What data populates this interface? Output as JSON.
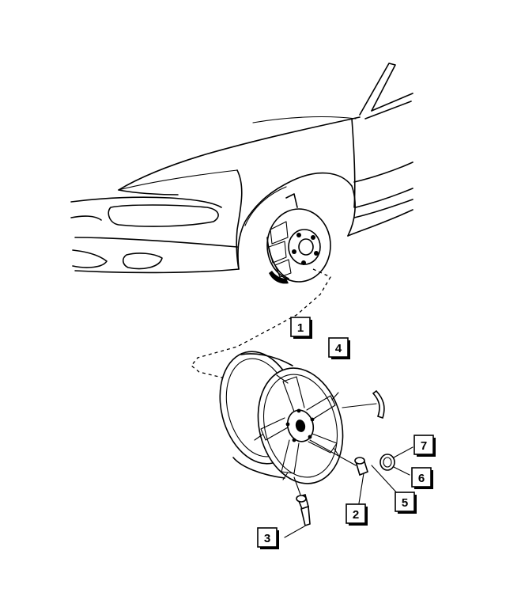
{
  "callouts": [
    {
      "id": "1",
      "label": "1"
    },
    {
      "id": "2",
      "label": "2"
    },
    {
      "id": "3",
      "label": "3"
    },
    {
      "id": "4",
      "label": "4"
    },
    {
      "id": "5",
      "label": "5"
    },
    {
      "id": "6",
      "label": "6"
    },
    {
      "id": "7",
      "label": "7"
    }
  ],
  "parts": {
    "vehicle": "vehicle-front-quarter",
    "hub": "brake-rotor-hub",
    "wheel": "aluminum-wheel",
    "lug_nut": "lug-nut",
    "valve_stem": "valve-stem",
    "balance_weight": "balance-weight",
    "center_cap": "center-cap",
    "cap_ring": "center-cap-ring"
  }
}
